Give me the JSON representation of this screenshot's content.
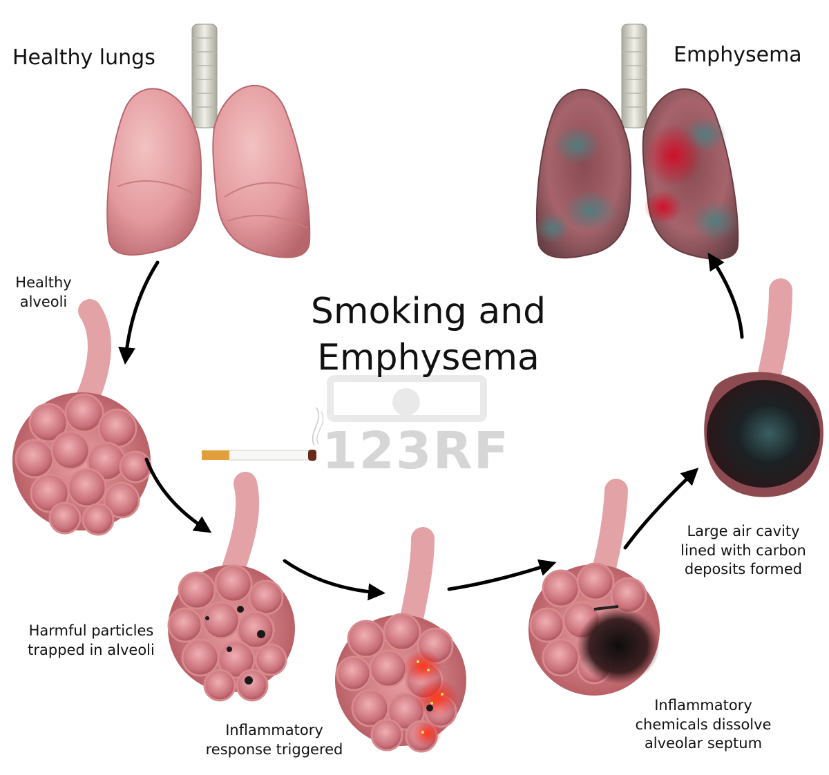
{
  "diagram": {
    "title": "Smoking and\nEmphysema",
    "labels": {
      "healthy_lungs": "Healthy lungs",
      "emphysema": "Emphysema",
      "healthy_alveoli": "Healthy\nalveoli",
      "harmful_particles": "Harmful particles\ntrapped in alveoli",
      "inflammatory_response": "Inflammatory\nresponse triggered",
      "inflammatory_chemicals": "Inflammatory\nchemicals dissolve\nalveolar septum",
      "large_air_cavity": "Large air cavity\nlined with carbon\ndeposits formed"
    },
    "watermark": "123RF",
    "colors": {
      "lung_pink": "#e3999d",
      "lung_shadow": "#b7666c",
      "alveoli_wall": "#d98a8d",
      "alveoli_cell": "#c26469",
      "alveoli_dark": "#8d3b41",
      "trachea": "#d9d9cf",
      "inflamed": "#e51a1a",
      "carbon": "#1a1a1a",
      "emphysema_teal": "#4f7f80",
      "arrow": "#000000"
    }
  }
}
